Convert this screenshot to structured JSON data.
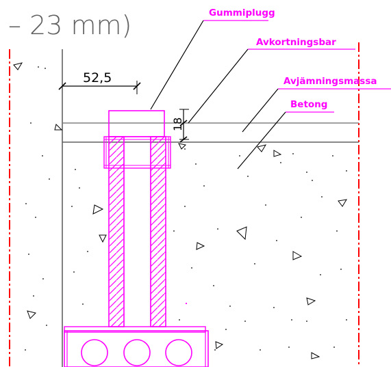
{
  "title_fragment": "– 23 mm)",
  "dimensions": {
    "horizontal": "52,5",
    "vertical": "18"
  },
  "leaders": [
    {
      "id": "gummiplugg",
      "label": "Gummiplugg"
    },
    {
      "id": "avkortningsbar",
      "label": "Avkortningsbar"
    },
    {
      "id": "avjamningsmassa",
      "label": "Avjämningsmassa"
    },
    {
      "id": "betong",
      "label": "Betong"
    }
  ],
  "colors": {
    "annotation": "#ff00ff",
    "linework": "#000000",
    "centerline": "#ff0000",
    "layer_line": "#808080",
    "title_text": "#606060"
  }
}
